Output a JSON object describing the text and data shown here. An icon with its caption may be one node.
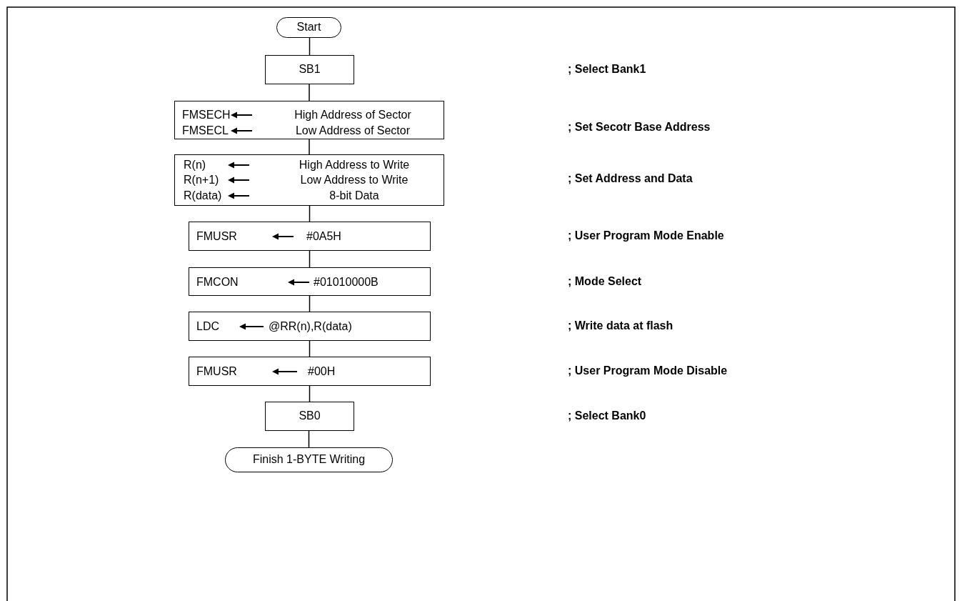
{
  "diagram": {
    "nodes": [
      {
        "text": [
          "Start"
        ]
      },
      {
        "text": [
          "SB1"
        ]
      },
      {
        "text": [
          "FMSECH",
          "High Address of Sector",
          "FMSECL",
          "Low Address of Sector"
        ]
      },
      {
        "text": [
          "R(n)",
          "High Address to Write",
          "R(n+1)",
          "Low Address to Write",
          "R(data)",
          "8-bit Data"
        ]
      },
      {
        "text": [
          "FMUSR",
          "#0A5H"
        ]
      },
      {
        "text": [
          "FMCON",
          "#01010000B"
        ]
      },
      {
        "text": [
          "LDC",
          "@RR(n),R(data)"
        ]
      },
      {
        "text": [
          "FMUSR",
          "#00H"
        ]
      },
      {
        "text": [
          "SB0"
        ]
      },
      {
        "text": [
          "Finish 1-BYTE Writing"
        ]
      }
    ],
    "edges": [
      {
        "from": 0,
        "to": 1,
        "arrow": "none"
      },
      {
        "from": 1,
        "to": 2,
        "arrow": "none"
      },
      {
        "from": 2,
        "to": 3,
        "arrow": "none"
      },
      {
        "from": 3,
        "to": 4,
        "arrow": "none"
      },
      {
        "from": 4,
        "to": 5,
        "arrow": "none"
      },
      {
        "from": 5,
        "to": 6,
        "arrow": "none"
      },
      {
        "from": 6,
        "to": 7,
        "arrow": "none"
      },
      {
        "from": 7,
        "to": 8,
        "arrow": "none"
      },
      {
        "from": 8,
        "to": 9,
        "arrow": "none"
      }
    ],
    "labels": [
      "; Select Bank1",
      "; Set Secotr Base Address",
      "; Set Address and Data",
      "; User Program Mode Enable",
      "; Mode Select",
      "; Write data at flash",
      "; User Program Mode Disable",
      "; Select Bank0"
    ]
  }
}
